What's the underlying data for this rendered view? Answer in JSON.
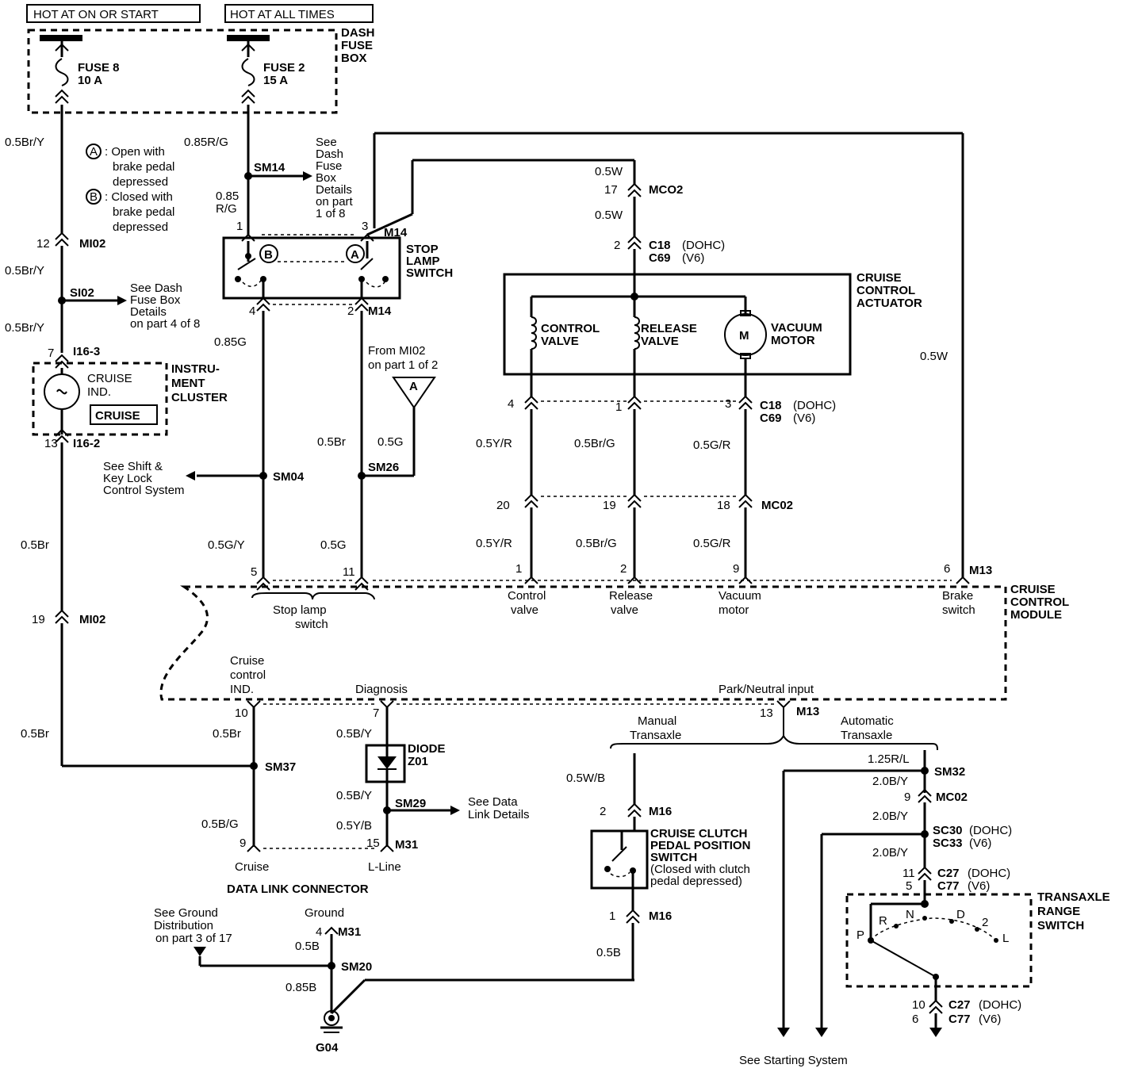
{
  "power": {
    "hot_on_start": "HOT AT ON OR START",
    "hot_all_times": "HOT AT ALL TIMES",
    "dash_fuse_box": [
      "DASH",
      "FUSE",
      "BOX"
    ],
    "fuse8_name": "FUSE 8",
    "fuse8_rating": "10 A",
    "fuse2_name": "FUSE 2",
    "fuse2_rating": "15 A"
  },
  "notes": {
    "a_symbol": "A",
    "a_text": [
      ": Open with",
      "brake pedal",
      "depressed"
    ],
    "b_symbol": "B",
    "b_text": [
      ": Closed with",
      "brake pedal",
      "depressed"
    ]
  },
  "wires": {
    "w_05BrY_1": "0.5Br/Y",
    "w_085RG": "0.85R/G",
    "w_085_RG_a": "0.85",
    "w_085_RG_b": "R/G",
    "w_05BrY_2": "0.5Br/Y",
    "w_05BrY_3": "0.5Br/Y",
    "w_085G": "0.85G",
    "w_05Br_a": "0.5Br",
    "w_05G_a": "0.5G",
    "w_05G_b": "0.5G",
    "w_05GY": "0.5G/Y",
    "w_05Br_left": "0.5Br",
    "w_05Br_left2": "0.5Br",
    "w_05Br_sm37": "0.5Br",
    "w_05BG": "0.5B/G",
    "w_05BY_1": "0.5B/Y",
    "w_05BY_2": "0.5B/Y",
    "w_05YB": "0.5Y/B",
    "w_05B_gnd": "0.5B",
    "w_085B": "0.85B",
    "w_05W_1": "0.5W",
    "w_05W_2": "0.5W",
    "w_05W_right": "0.5W",
    "w_05YR_1": "0.5Y/R",
    "w_05BrG_1": "0.5Br/G",
    "w_05GR_1": "0.5G/R",
    "w_05YR_2": "0.5Y/R",
    "w_05BrG_2": "0.5Br/G",
    "w_05GR_2": "0.5G/R",
    "w_05WB": "0.5W/B",
    "w_05B_clutch": "0.5B",
    "w_125RL": "1.25R/L",
    "w_20BY_1": "2.0B/Y",
    "w_20BY_2": "2.0B/Y",
    "w_20BY_3": "2.0B/Y"
  },
  "connectors": {
    "sm14": "SM14",
    "mi02_a_pin": "12",
    "mi02_a": "MI02",
    "si02": "SI02",
    "i16_3_pin": "7",
    "i16_3": "I16-3",
    "i16_2_pin": "13",
    "i16_2": "I16-2",
    "m14_pin3": "3",
    "m14_a": "M14",
    "m14_pin1": "1",
    "m14_pin4": "4",
    "m14_pin2": "2",
    "m14_b": "M14",
    "sm04": "SM04",
    "sm26": "SM26",
    "mi02_b_pin": "19",
    "mi02_b": "MI02",
    "mco2_pin": "17",
    "mco2": "MCO2",
    "c18_pin": "2",
    "c18_a": "C18",
    "c18_a_note": "(DOHC)",
    "c69_a": "C69",
    "c69_a_note": "(V6)",
    "c18_pin4": "4",
    "c18_pin1": "1",
    "c18_pin3": "3",
    "c18_b": "C18",
    "c18_b_note": "(DOHC)",
    "c69_b": "C69",
    "c69_b_note": "(V6)",
    "mc02_pin20": "20",
    "mc02_pin19": "19",
    "mc02_pin18": "18",
    "mc02": "MC02",
    "m13_pin5": "5",
    "m13_pin11": "11",
    "m13_pin1": "1",
    "m13_pin2": "2",
    "m13_pin9": "9",
    "m13_pin6": "6",
    "m13_a": "M13",
    "m13_pin10": "10",
    "m13_pin7": "7",
    "m13_pin13": "13",
    "m13_b": "M13",
    "sm37": "SM37",
    "sm29": "SM29",
    "m31_pin9": "9",
    "m31_pin15": "15",
    "m31_a": "M31",
    "m31_pin4": "4",
    "m31_b": "M31",
    "sm20": "SM20",
    "g04": "G04",
    "m16_pin2": "2",
    "m16_a": "M16",
    "m16_pin1": "1",
    "m16_b": "M16",
    "sm32": "SM32",
    "mc02_pin9": "9",
    "mc02_b": "MC02",
    "sc30": "SC30",
    "sc30_note": "(DOHC)",
    "sc33": "SC33",
    "sc33_note": "(V6)",
    "c27_pin11": "11",
    "c27_pin5": "5",
    "c27_a": "C27",
    "c27_a_note": "(DOHC)",
    "c77_a": "C77",
    "c77_a_note": "(V6)",
    "c27_pin10": "10",
    "c27_pin6": "6",
    "c27_b": "C27",
    "c27_b_note": "(DOHC)",
    "c77_b": "C77",
    "c77_b_note": "(V6)",
    "z01_a": "DIODE",
    "z01_b": "Z01"
  },
  "components": {
    "see_dash_fuse_1": [
      "See",
      "Dash",
      "Fuse",
      "Box",
      "Details",
      "on part",
      "1 of 8"
    ],
    "see_dash_fuse_4": [
      "See Dash",
      "Fuse Box",
      "Details",
      "on part 4 of 8"
    ],
    "instrument_cluster": [
      "INSTRU-",
      "MENT",
      "CLUSTER"
    ],
    "cruise_ind": [
      "CRUISE",
      "IND."
    ],
    "cruise_badge": "CRUISE",
    "stop_lamp_switch": [
      "STOP",
      "LAMP",
      "SWITCH"
    ],
    "from_mi02": [
      "From MI02",
      "on part 1 of 2"
    ],
    "connector_a": "A",
    "see_shift": [
      "See Shift &",
      "Key Lock",
      "Control System"
    ],
    "actuator_title": [
      "CRUISE",
      "CONTROL",
      "ACTUATOR"
    ],
    "control_valve": [
      "CONTROL",
      "VALVE"
    ],
    "release_valve": [
      "RELEASE",
      "VALVE"
    ],
    "vacuum_motor": [
      "VACUUM",
      "MOTOR"
    ],
    "motor_symbol": "M",
    "module_title": [
      "CRUISE",
      "CONTROL",
      "MODULE"
    ],
    "stop_lamp_in": [
      "Stop lamp",
      "switch"
    ],
    "control_valve_in": [
      "Control",
      "valve"
    ],
    "release_valve_in": [
      "Release",
      "valve"
    ],
    "vacuum_motor_in": [
      "Vacuum",
      "motor"
    ],
    "brake_switch_in": [
      "Brake",
      "switch"
    ],
    "cruise_ind_in": [
      "Cruise",
      "control",
      "IND."
    ],
    "diagnosis": "Diagnosis",
    "park_neutral": "Park/Neutral input",
    "manual_transaxle": [
      "Manual",
      "Transaxle"
    ],
    "automatic_transaxle": [
      "Automatic",
      "Transaxle"
    ],
    "see_data_link": [
      "See Data",
      "Link Details"
    ],
    "dlc_cruise": "Cruise",
    "dlc_lline": "L-Line",
    "dlc_title": "DATA  LINK  CONNECTOR",
    "ground_lbl": "Ground",
    "see_ground": [
      "See Ground",
      "Distribution",
      "on part 3 of 17"
    ],
    "clutch_switch": [
      "CRUISE CLUTCH",
      "PEDAL POSITION",
      "SWITCH"
    ],
    "clutch_note": [
      "(Closed with clutch",
      "pedal depressed)"
    ],
    "range_switch": [
      "TRANSAXLE",
      "RANGE",
      "SWITCH"
    ],
    "range_positions": [
      "P",
      "R",
      "N",
      "D",
      "2",
      "L"
    ],
    "see_starting": "See Starting System"
  }
}
